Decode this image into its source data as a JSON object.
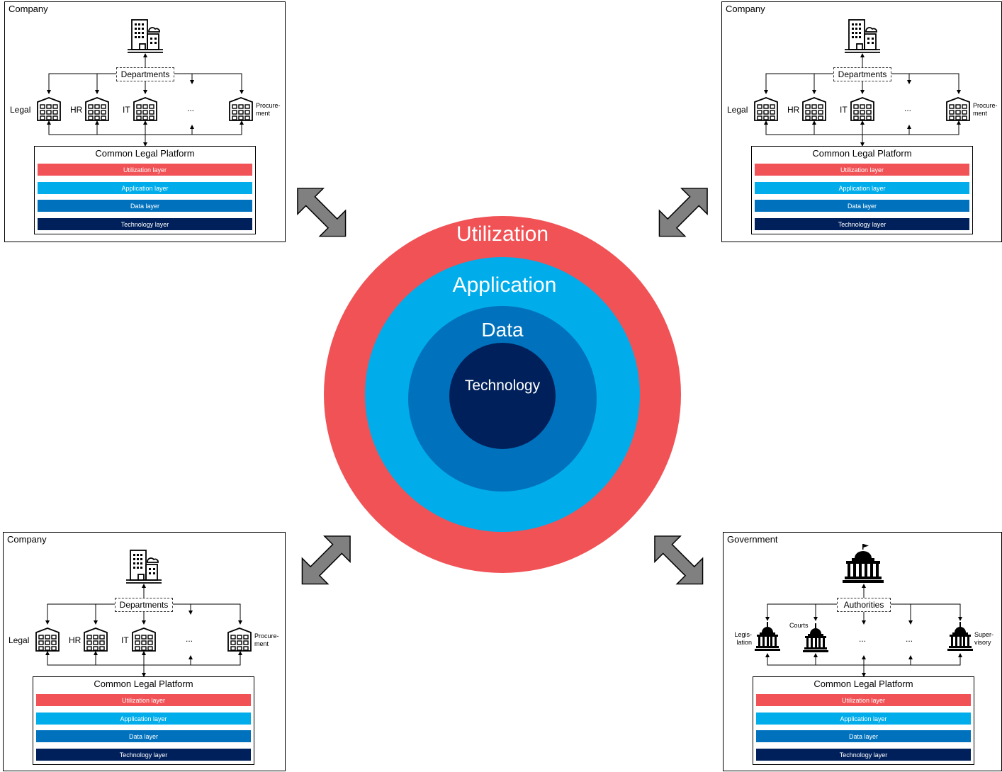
{
  "colors": {
    "utilization": "#f05256",
    "application": "#00adea",
    "data": "#0072bd",
    "technology": "#00205b",
    "arrow": "#808080"
  },
  "center": {
    "utilization": "Utilization",
    "application": "Application",
    "data": "Data",
    "technology": "Technology"
  },
  "panels": [
    {
      "kind": "company",
      "title": "Company",
      "hub": "Departments",
      "units": [
        {
          "label": "Legal",
          "icon": "office-building-icon"
        },
        {
          "label": "HR",
          "icon": "office-building-icon"
        },
        {
          "label": "IT",
          "icon": "office-building-icon"
        },
        {
          "label": "...",
          "icon": "ellipsis"
        },
        {
          "label": "Procure-\nment",
          "icon": "office-building-icon"
        }
      ],
      "platform": {
        "title": "Common Legal Platform",
        "layers": [
          "Utilization layer",
          "Application layer",
          "Data layer",
          "Technology layer"
        ]
      }
    },
    {
      "kind": "company",
      "title": "Company",
      "hub": "Departments",
      "units": [
        {
          "label": "Legal",
          "icon": "office-building-icon"
        },
        {
          "label": "HR",
          "icon": "office-building-icon"
        },
        {
          "label": "IT",
          "icon": "office-building-icon"
        },
        {
          "label": "...",
          "icon": "ellipsis"
        },
        {
          "label": "Procure-\nment",
          "icon": "office-building-icon"
        }
      ],
      "platform": {
        "title": "Common Legal Platform",
        "layers": [
          "Utilization layer",
          "Application layer",
          "Data layer",
          "Technology layer"
        ]
      }
    },
    {
      "kind": "company",
      "title": "Company",
      "hub": "Departments",
      "units": [
        {
          "label": "Legal",
          "icon": "office-building-icon"
        },
        {
          "label": "HR",
          "icon": "office-building-icon"
        },
        {
          "label": "IT",
          "icon": "office-building-icon"
        },
        {
          "label": "...",
          "icon": "ellipsis"
        },
        {
          "label": "Procure-\nment",
          "icon": "office-building-icon"
        }
      ],
      "platform": {
        "title": "Common Legal Platform",
        "layers": [
          "Utilization layer",
          "Application layer",
          "Data layer",
          "Technology layer"
        ]
      }
    },
    {
      "kind": "government",
      "title": "Government",
      "hub": "Authorities",
      "units": [
        {
          "label": "Legis-\nlation",
          "icon": "capitol-icon"
        },
        {
          "label": "Courts",
          "icon": "capitol-icon"
        },
        {
          "label": "...",
          "icon": "ellipsis"
        },
        {
          "label": "...",
          "icon": "ellipsis"
        },
        {
          "label": "Super-\nvisory",
          "icon": "capitol-icon"
        }
      ],
      "platform": {
        "title": "Common Legal Platform",
        "layers": [
          "Utilization layer",
          "Application layer",
          "Data layer",
          "Technology layer"
        ]
      }
    }
  ]
}
